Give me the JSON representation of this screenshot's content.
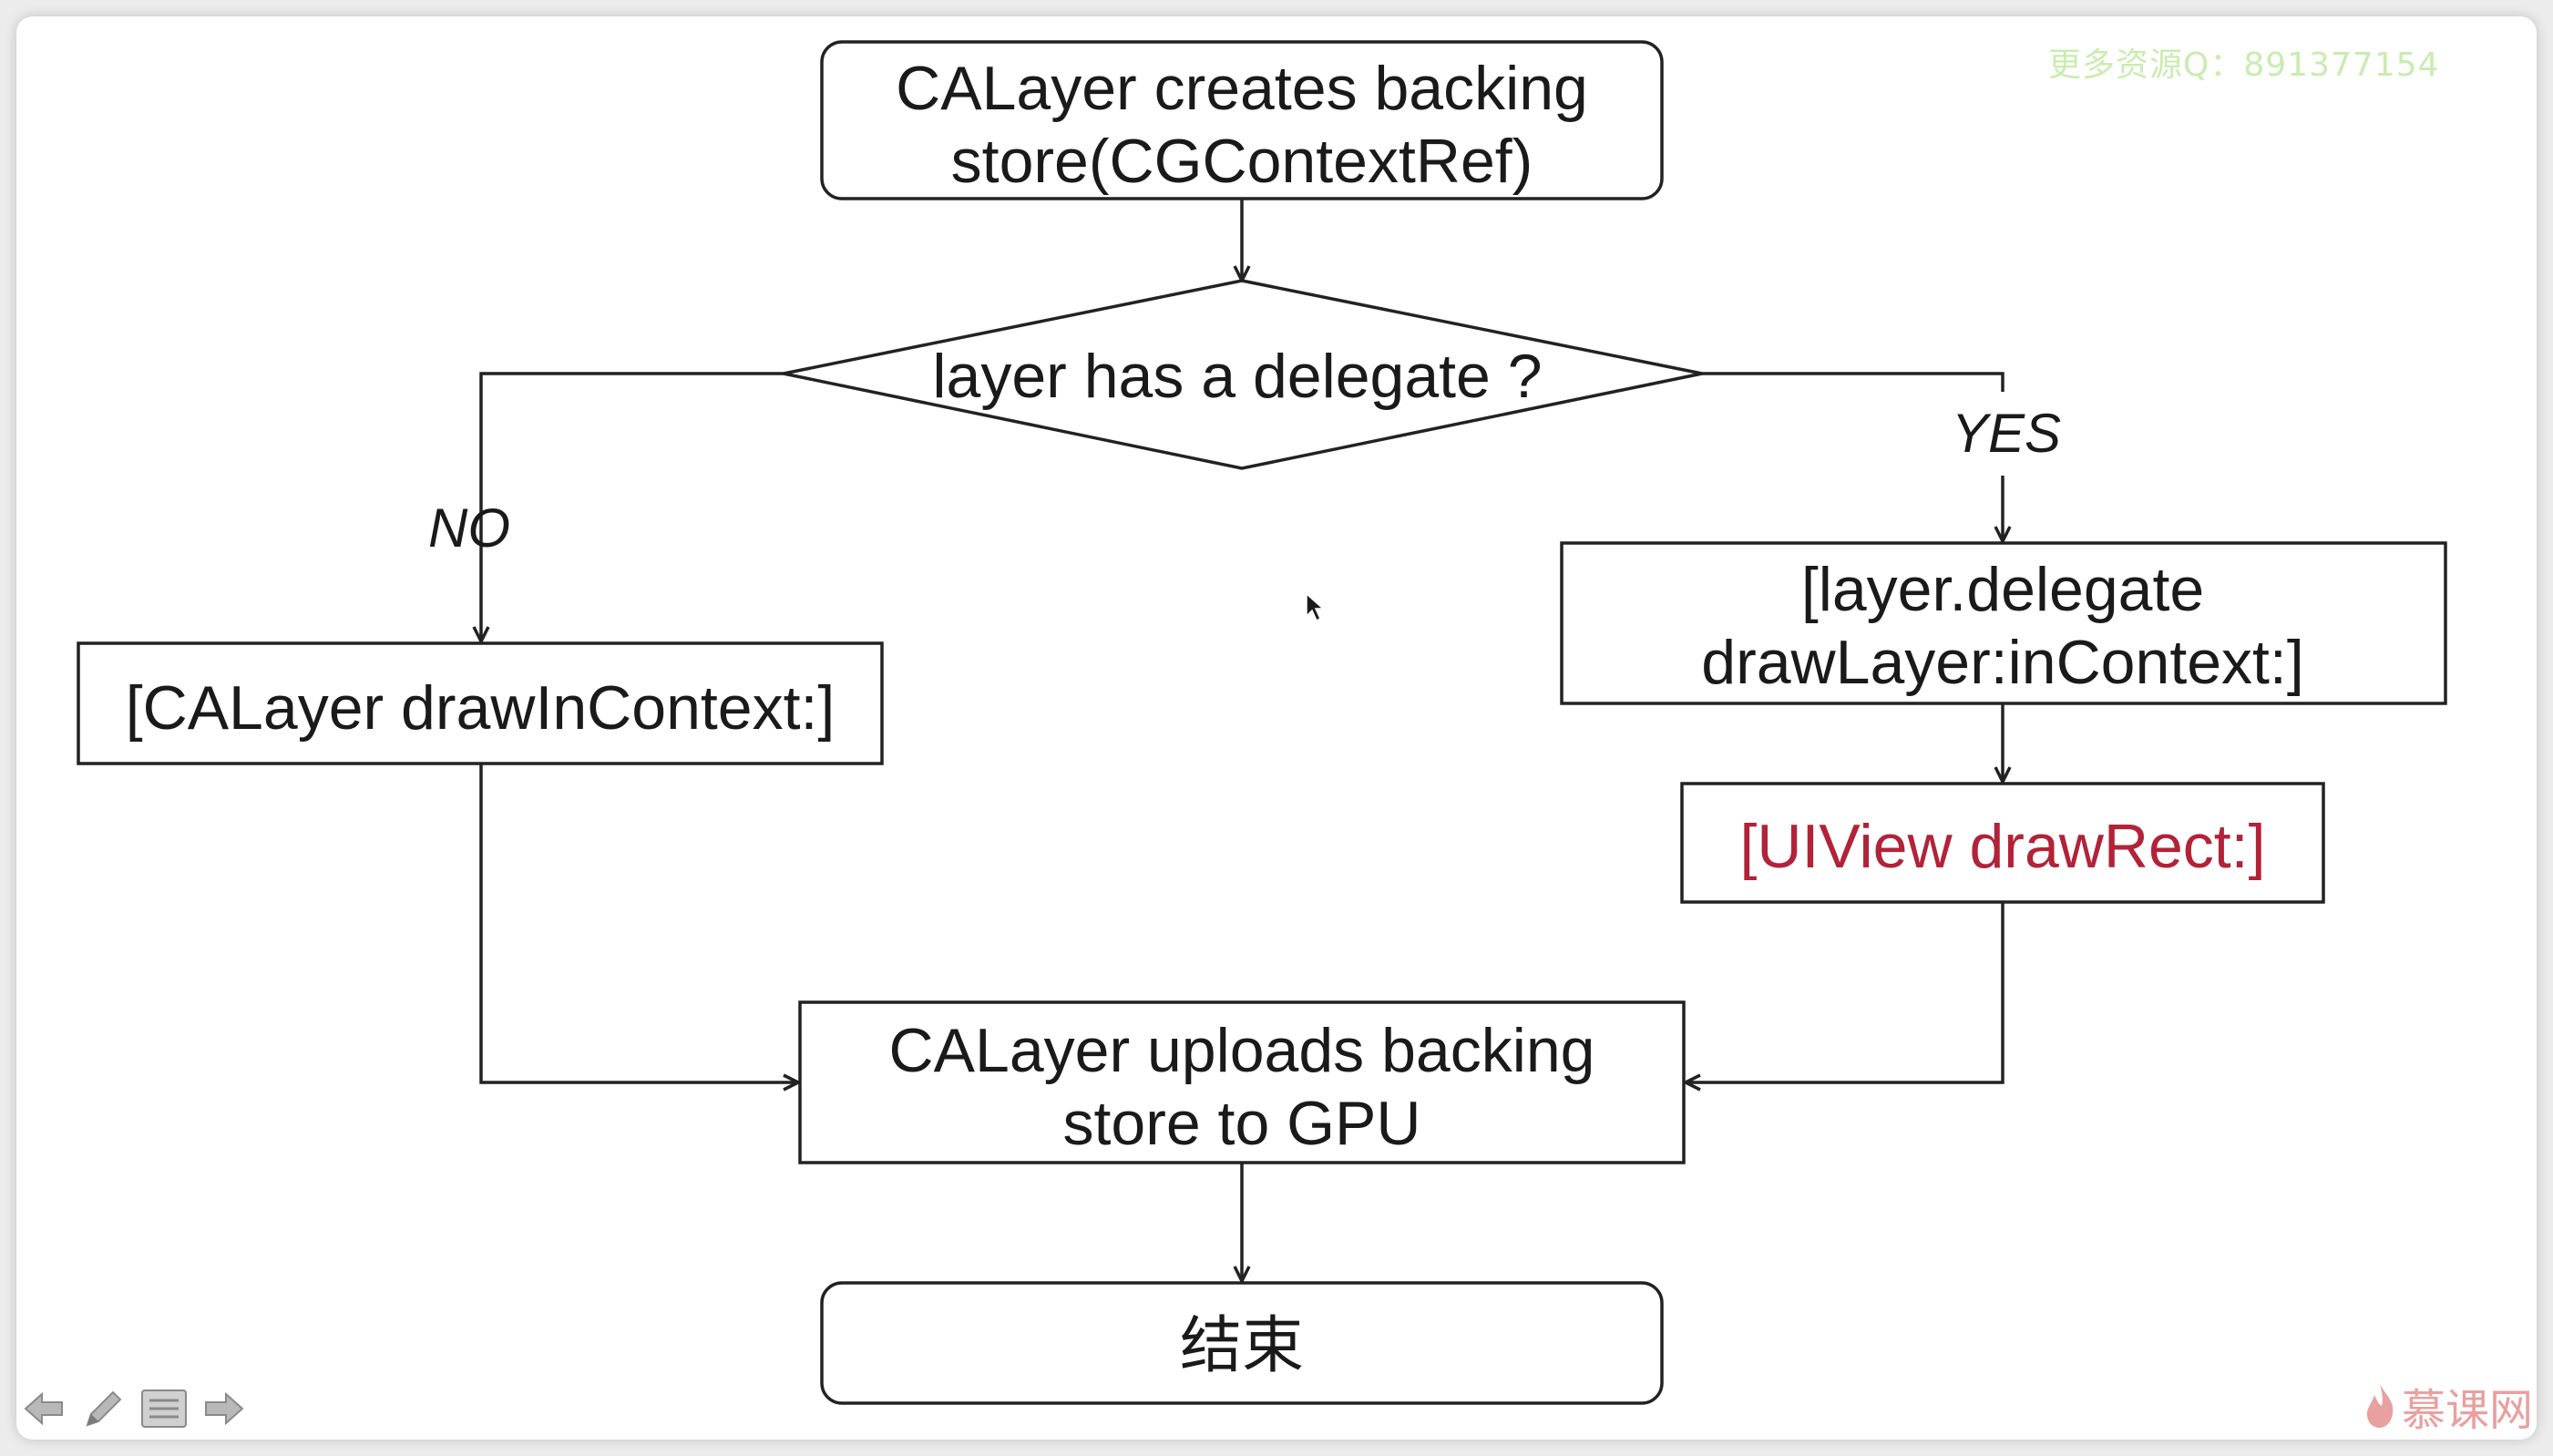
{
  "diagram": {
    "nodes": {
      "start": {
        "line1": "CALayer creates backing",
        "line2": "store(CGContextRef)"
      },
      "decision": {
        "label": "layer has a delegate ?"
      },
      "no_branch": {
        "label": "[CALayer drawInContext:]"
      },
      "yes_branch": {
        "line1": "[layer.delegate",
        "line2": "drawLayer:inContext:]"
      },
      "drawrect": {
        "label": "[UIView drawRect:]"
      },
      "upload": {
        "line1": "CALayer uploads backing",
        "line2": "store to GPU"
      },
      "end": {
        "label": "结束"
      }
    },
    "edge_labels": {
      "no": "NO",
      "yes": "YES"
    },
    "colors": {
      "stroke": "#222222",
      "accent_text": "#b22238"
    }
  },
  "watermark": "更多资源Q：891377154",
  "brand_logo": "慕课网",
  "toolbar": {
    "icons": [
      "arrow-left-icon",
      "pen-icon",
      "menu-icon",
      "arrow-right-icon"
    ]
  }
}
